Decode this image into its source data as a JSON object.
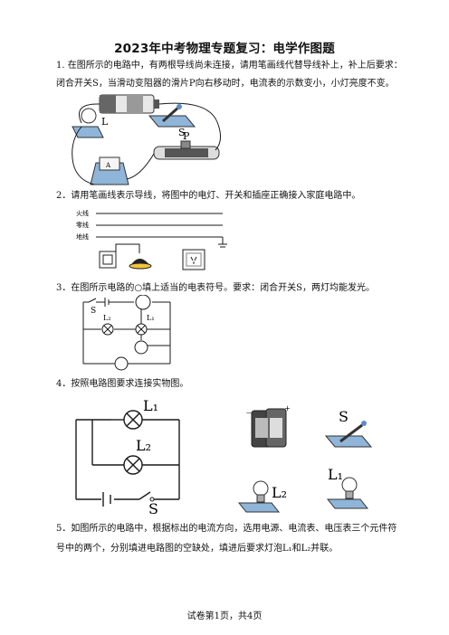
{
  "title": "2023年中考物理专题复习：电学作图题",
  "questions": {
    "q1": {
      "line1": "1. 在图所示的电路中，有两根导线尚未连接，请用笔画线代替导线补上，补上后要求：",
      "line2": "闭合开关S，当滑动变阻器的滑片P向右移动时，电流表的示数变小，小灯亮度不变。",
      "labels": {
        "lamp": "L",
        "switch": "S",
        "slider": "P"
      }
    },
    "q2": {
      "text": "2．请用笔画线表示导线，将图中的电灯、开关和插座正确接入家庭电路中。",
      "wires": [
        "火线",
        "零线",
        "地线"
      ]
    },
    "q3": {
      "text": "3．在图所示电路的○填上适当的电表符号。要求：闭合开关S，两灯均能发光。",
      "labels": {
        "switch": "S",
        "lamp2": "L₂",
        "lamp1": "L₁"
      }
    },
    "q4": {
      "text": "4．按照电路图要求连接实物图。",
      "labels": {
        "l1": "L₁",
        "l2": "L₂",
        "s": "S",
        "s_right": "S",
        "l2_right": "L₂",
        "l1_right": "L₁"
      }
    },
    "q5": {
      "line1": "5．如图所示的电路中，根据标出的电流方向，选用电源、电流表、电压表三个元件符",
      "line2": "号中的两个，分别填进电路图的空缺处，填进后要求灯泡L₁和L₂并联。"
    }
  },
  "footer": "试卷第1页，共4页",
  "colors": {
    "wire": "#1a1a1a",
    "device_blue": "#5b8fc2",
    "outline": "#222222"
  }
}
